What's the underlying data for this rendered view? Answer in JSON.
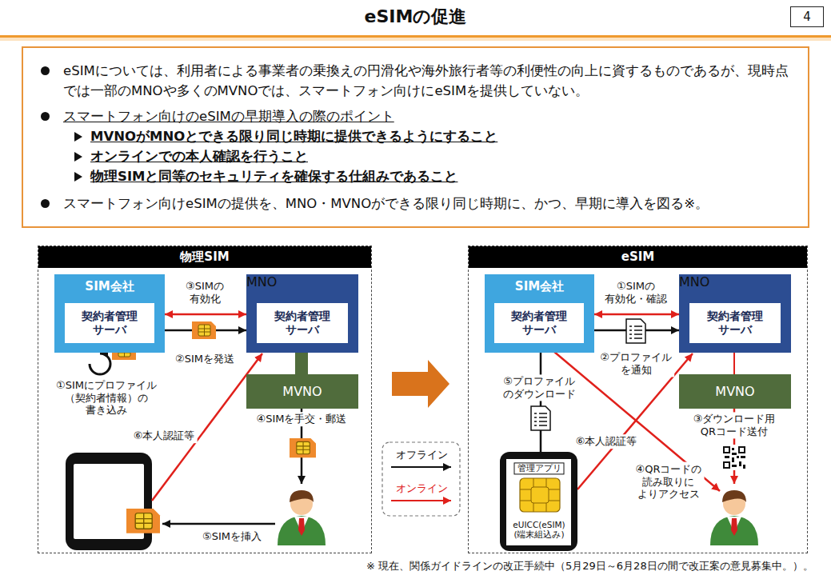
{
  "diagram": {
    "title": "eSIMの促進",
    "caption": "※ 現在、関係ガイドラインの改正手続中（5月29日～6月28日の間で改正案の意見募集中。）。",
    "nodes": [
      {
        "text": [
          "4"
        ]
      },
      {
        "text": [
          "eSIMについては、利用者による事業者の乗換えの円滑化や海外旅行者等の利便性の向上に資するものであるが、現時点では一部のMNOや多くのMVNOでは、スマートフォン向けにeSIMを提供していない。",
          "スマートフォン向けのeSIMの早期導入の際のポイント",
          "MVNOがMNOとできる限り同じ時期に提供できるようにすること",
          "オンラインでの本人確認を行うこと",
          "物理SIMと同等のセキュリティを確保する仕組みであること",
          "スマートフォン向けeSIMの提供を、MNO・MVNOができる限り同じ時期に、かつ、早期に導入を図る※。"
        ]
      },
      {
        "text": [
          "物理SIM"
        ]
      },
      {
        "text": [
          "SIM会社"
        ],
        "in": 2
      },
      {
        "text": [
          "契約者管理 サーバ"
        ],
        "in": 3
      },
      {
        "text": [
          "MNO"
        ],
        "in": 2
      },
      {
        "text": [
          "契約者管理 サーバ"
        ],
        "in": 5
      },
      {
        "text": [
          "MVNO"
        ],
        "in": 2
      },
      {
        "text": [
          "eSIM"
        ]
      },
      {
        "text": [
          "SIM会社"
        ],
        "in": 8
      },
      {
        "text": [
          "契約者管理 サーバ"
        ],
        "in": 9
      },
      {
        "text": [
          "MNO"
        ],
        "in": 8
      },
      {
        "text": [
          "契約者管理 サーバ"
        ],
        "in": 11
      },
      {
        "text": [
          "MVNO"
        ],
        "in": 8
      }
    ],
    "edges": [
      {
        "from": 3,
        "to": 5,
        "arrow": "both",
        "label": "③SIMの 有効化"
      },
      {
        "from": 3,
        "to": 5,
        "arrow": "to",
        "label": "②SIMを発送"
      },
      {
        "from": 5,
        "to": 7,
        "arrow": "none"
      },
      {
        "from": 9,
        "to": 11,
        "arrow": "both",
        "label": "①SIMの 有効化・確認"
      },
      {
        "from": 9,
        "to": 11,
        "arrow": "to",
        "label": "②プロファイル を通知"
      },
      {
        "from": 11,
        "to": 13,
        "arrow": "none"
      }
    ],
    "labels": [
      "①SIMにプロファイル （契約者情報）の 書き込み",
      "⑥本人認証等",
      "④SIMを手交・郵送",
      "⑤SIMを挿入",
      "⑤プロファイル のダウンロード",
      "⑥本人認証等",
      "③ダウンロード用 QRコード送付",
      "④QRコードの 読み取りに よりアクセス",
      "管理アプリ",
      "eUICC(eSIM) (端末組込み)"
    ],
    "legend": [
      {
        "text": "オフライン"
      },
      {
        "text": "オンライン"
      }
    ]
  }
}
